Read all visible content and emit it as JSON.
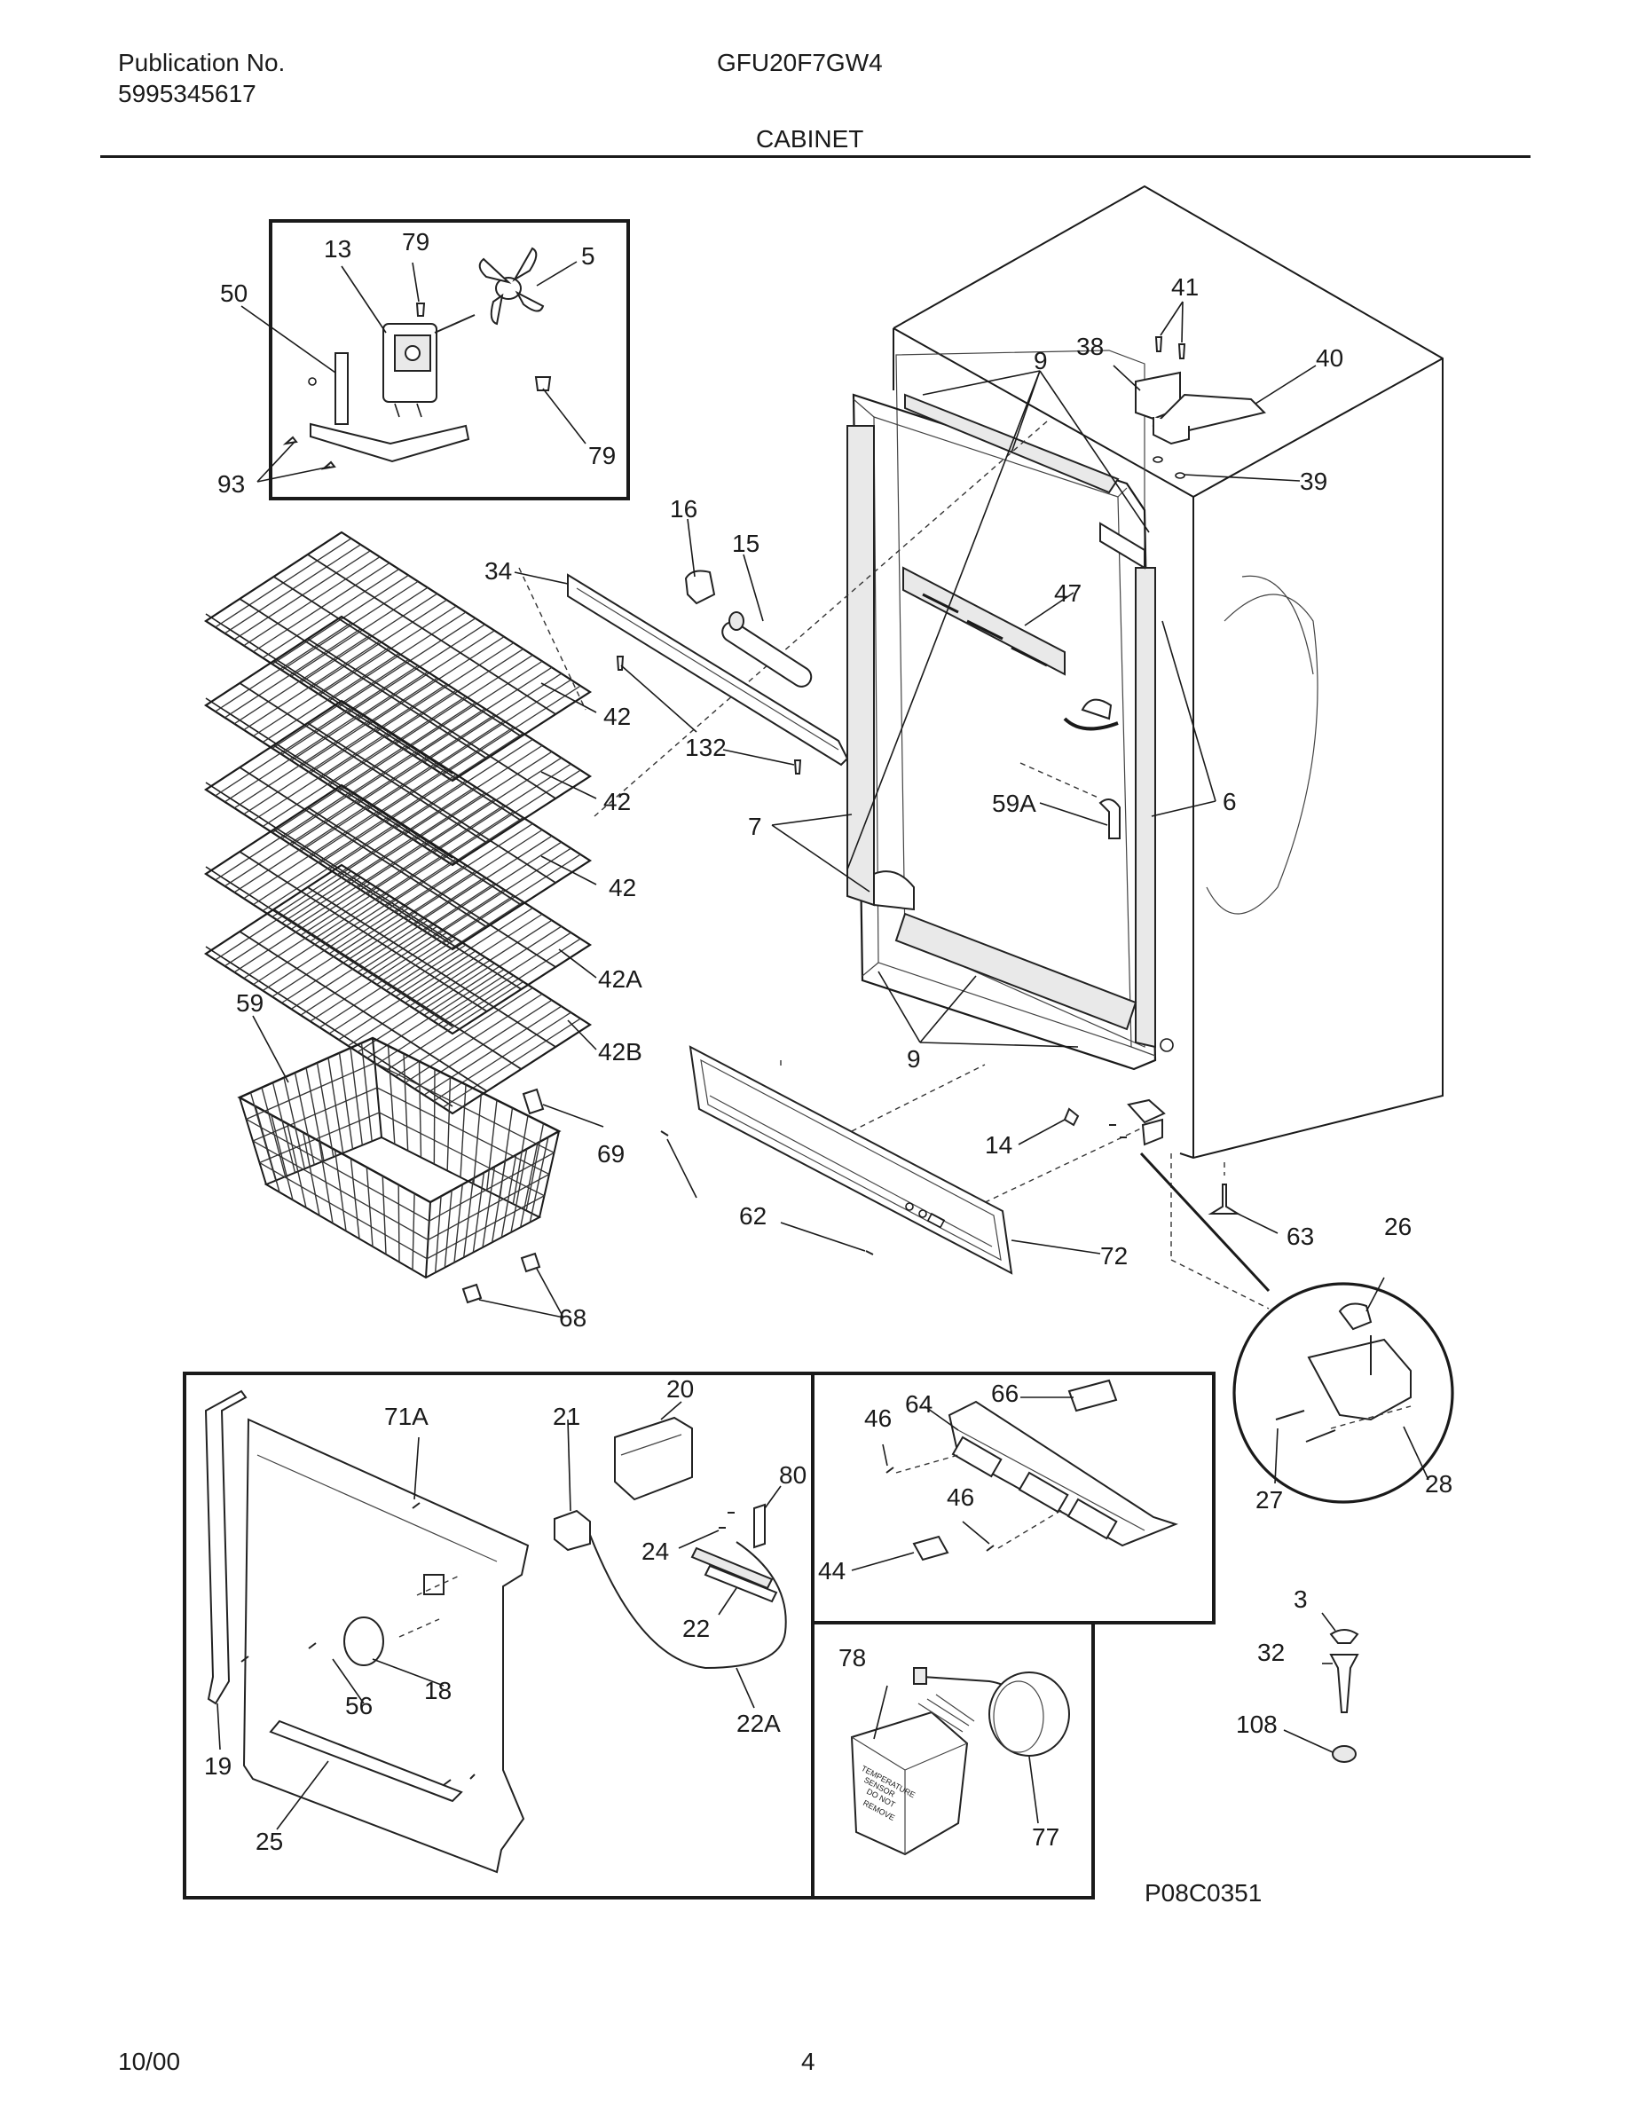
{
  "header": {
    "publication_label": "Publication No.",
    "publication_number": "5995345617",
    "model": "GFU20F7GW4",
    "section": "CABINET"
  },
  "footer": {
    "date": "10/00",
    "page": "4"
  },
  "figure_code": "P08C0351",
  "callouts": {
    "c13": "13",
    "c79a": "79",
    "c5": "5",
    "c50": "50",
    "c93": "93",
    "c79b": "79",
    "c41": "41",
    "c38": "38",
    "c40": "40",
    "c9a": "9",
    "c39": "39",
    "c16": "16",
    "c15": "15",
    "c34": "34",
    "c47": "47",
    "c42a": "42",
    "c132": "132",
    "c42b": "42",
    "c42c": "42",
    "c7": "7",
    "c59A": "59A",
    "c6": "6",
    "c42A": "42A",
    "c59": "59",
    "c42B": "42B",
    "c9b": "9",
    "c69": "69",
    "c14": "14",
    "c63": "63",
    "c26": "26",
    "c62": "62",
    "c72": "72",
    "c68": "68",
    "c20": "20",
    "c71A": "71A",
    "c21": "21",
    "c80": "80",
    "c24": "24",
    "c22": "22",
    "c46a": "46",
    "c64": "64",
    "c66": "66",
    "c46b": "46",
    "c44": "44",
    "c27": "27",
    "c28": "28",
    "c18": "18",
    "c56": "56",
    "c19": "19",
    "c22A": "22A",
    "c25": "25",
    "c78": "78",
    "c77": "77",
    "c3": "3",
    "c32": "32",
    "c108": "108"
  },
  "sensor_label": [
    "TEMPERATURE",
    "SENSOR",
    "DO NOT",
    "REMOVE"
  ]
}
